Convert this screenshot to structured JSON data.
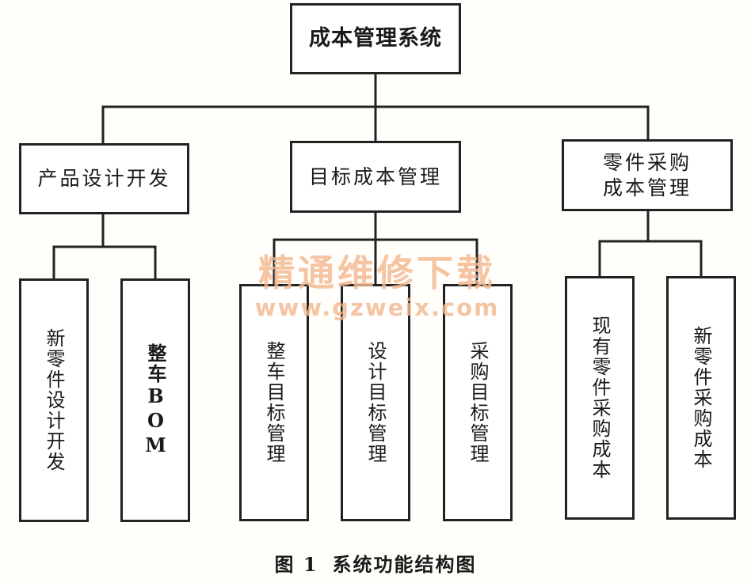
{
  "diagram": {
    "root": "成本管理系统",
    "branches": [
      {
        "label": "产品设计开发",
        "children": [
          "新零件设计开发",
          "整车BOM"
        ]
      },
      {
        "label": "目标成本管理",
        "children": [
          "整车目标管理",
          "设计目标管理",
          "采购目标管理"
        ]
      },
      {
        "label": "零件采购\n成本管理",
        "children": [
          "现有零件采购成本",
          "新零件采购成本"
        ]
      }
    ]
  },
  "watermark": {
    "text_cn": "精通维修下载",
    "url": "www.gzweix.com"
  },
  "caption": {
    "number": "图 1",
    "title": "系统功能结构图"
  }
}
